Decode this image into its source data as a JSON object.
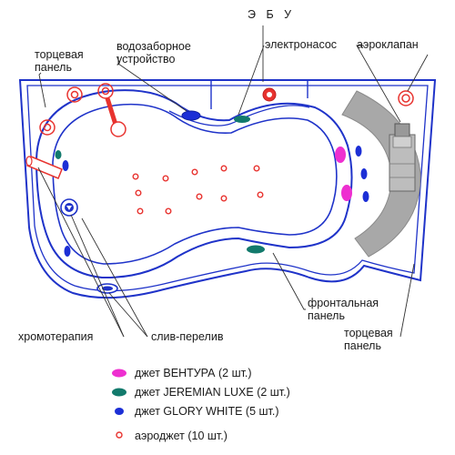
{
  "labels": {
    "ebu": "Э Б У",
    "torcevaya_left": [
      "торцевая",
      "панель"
    ],
    "vodozabor": [
      "водозаборное",
      "устройство"
    ],
    "electronasos": "электронасос",
    "aeroklapan": "аэроклапан",
    "frontalnaya": [
      "фронтальная",
      "панель"
    ],
    "torcevaya_right": [
      "торцевая",
      "панель"
    ],
    "chromoterapiya": "хромотерапия",
    "sliv": "слив-перелив"
  },
  "legend": [
    {
      "label": "джет ВЕНТУРА (2 шт.)",
      "marker": "ellipse",
      "color": "#ee2fd0"
    },
    {
      "label": "джет JEREMIAN  LUXE (2 шт.)",
      "marker": "ellipse",
      "color": "#127a6c"
    },
    {
      "label": "джет GLORY  WHITE  (5 шт.)",
      "marker": "ellipse-small",
      "color": "#1c2fd6"
    },
    {
      "label": "аэроджет (10 шт.)",
      "marker": "ring",
      "color": "#e8332f"
    }
  ],
  "colors": {
    "outline": "#1f33c9",
    "venturi": "#ee2fd0",
    "luxe": "#127a6c",
    "glory": "#1c2fd6",
    "aero": "#e8332f",
    "panel": "#a8a8a8"
  }
}
